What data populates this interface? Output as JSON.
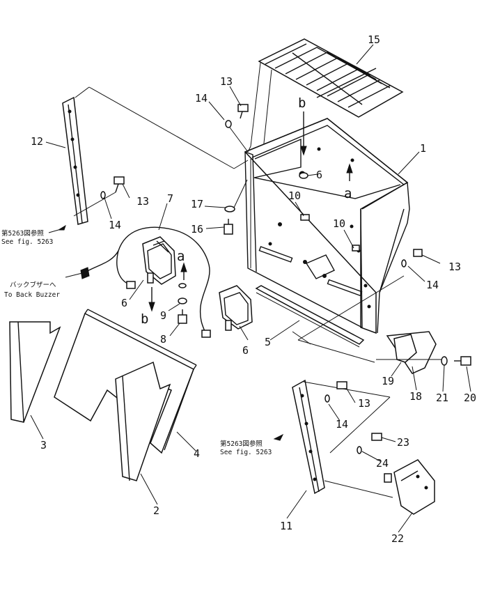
{
  "part_numbers": {
    "n1": "1",
    "n2": "2",
    "n3": "3",
    "n4": "4",
    "n5": "5",
    "n6a": "6",
    "n6b": "6",
    "n6c": "6",
    "n7": "7",
    "n8": "8",
    "n9": "9",
    "n10a": "10",
    "n10b": "10",
    "n11": "11",
    "n12": "12",
    "n13a": "13",
    "n13b": "13",
    "n13c": "13",
    "n13d": "13",
    "n14a": "14",
    "n14b": "14",
    "n14c": "14",
    "n14d": "14",
    "n15": "15",
    "n16": "16",
    "n17": "17",
    "n18": "18",
    "n19": "19",
    "n20": "20",
    "n21": "21",
    "n22": "22",
    "n23": "23",
    "n24": "24"
  },
  "letters": {
    "a_top": "a",
    "b_top": "b",
    "a_lamp": "a",
    "b_lamp": "b"
  },
  "references": {
    "fig_ref_left_jp": "第5263図参照",
    "fig_ref_left_en": "See fig. 5263",
    "fig_ref_bottom_jp": "第5263図参照",
    "fig_ref_bottom_en": "See fig. 5263",
    "back_buzzer_jp": "バックブザーへ",
    "back_buzzer_en": "To Back Buzzer"
  }
}
